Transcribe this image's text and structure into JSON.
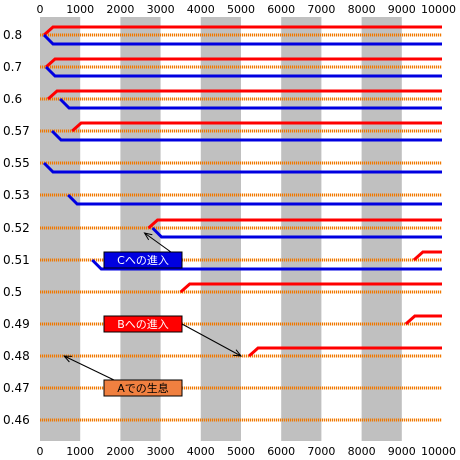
{
  "chart_data": {
    "type": "line",
    "title": "",
    "xlabel": "",
    "ylabel": "",
    "xlim": [
      0,
      10000
    ],
    "x_ticks": [
      0,
      1000,
      2000,
      3000,
      4000,
      5000,
      6000,
      7000,
      8000,
      9000,
      10000
    ],
    "x_tick_labels": [
      "0",
      "1000",
      "2000",
      "3000",
      "4000",
      "5000",
      "6000",
      "7000",
      "8000",
      "9000",
      "10000"
    ],
    "y_levels": [
      "0.8",
      "0.7",
      "0.6",
      "0.57",
      "0.55",
      "0.53",
      "0.52",
      "0.51",
      "0.5",
      "0.49",
      "0.48",
      "0.47",
      "0.46"
    ],
    "shaded_bands": [
      [
        0,
        1000
      ],
      [
        2000,
        3000
      ],
      [
        4000,
        5000
      ],
      [
        6000,
        7000
      ],
      [
        8000,
        9000
      ]
    ],
    "colors": {
      "A": "#f07800",
      "B": "#ff0000",
      "C": "#0000e0",
      "band": "#c0c0c0"
    },
    "A_levels": [
      "0.8",
      "0.7",
      "0.6",
      "0.57",
      "0.55",
      "0.53",
      "0.52",
      "0.51",
      "0.5",
      "0.49",
      "0.48",
      "0.47",
      "0.46"
    ],
    "B_entries": [
      {
        "from": "0.8",
        "x": 100
      },
      {
        "from": "0.7",
        "x": 150
      },
      {
        "from": "0.6",
        "x": 200
      },
      {
        "from": "0.57",
        "x": 800
      },
      {
        "from": "0.52",
        "x": 2700
      },
      {
        "from": "0.51",
        "x": 9300
      },
      {
        "from": "0.5",
        "x": 3500
      },
      {
        "from": "0.49",
        "x": 9100
      },
      {
        "from": "0.48",
        "x": 5200
      }
    ],
    "C_entries": [
      {
        "from": "0.8",
        "x": 100
      },
      {
        "from": "0.7",
        "x": 150
      },
      {
        "from": "0.6",
        "x": 500
      },
      {
        "from": "0.57",
        "x": 300
      },
      {
        "from": "0.55",
        "x": 100
      },
      {
        "from": "0.53",
        "x": 700
      },
      {
        "from": "0.52",
        "x": 2800
      },
      {
        "from": "0.51",
        "x": 1300
      }
    ],
    "annotations": [
      {
        "label": "Cへの進入",
        "series": "C",
        "level": "0.51",
        "target_x": 2600,
        "target_level": "0.52"
      },
      {
        "label": "Bへの進入",
        "series": "B",
        "level": "0.49",
        "target_x": 5000,
        "target_level": "0.48"
      },
      {
        "label": "Aでの生息",
        "series": "A",
        "level": "0.47",
        "target_x": 600,
        "target_level": "0.48"
      }
    ]
  }
}
